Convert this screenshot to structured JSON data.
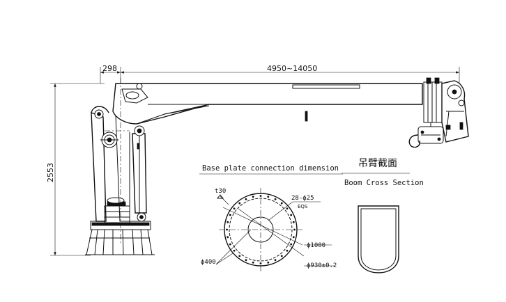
{
  "dimensions": {
    "offset": "298",
    "boom_length": "4950~14050",
    "height": "2553"
  },
  "base_plate": {
    "title": "Base plate connection dimension",
    "thickness": "t30",
    "bolts": "28-ϕ25",
    "eqs": "EQS",
    "inner_diameter": "ϕ400",
    "pcd": "ϕ930±0.2",
    "outer_diameter": "ϕ1000"
  },
  "boom_section": {
    "title_cn": "吊臂截面",
    "title_en": "Boom Cross Section"
  }
}
